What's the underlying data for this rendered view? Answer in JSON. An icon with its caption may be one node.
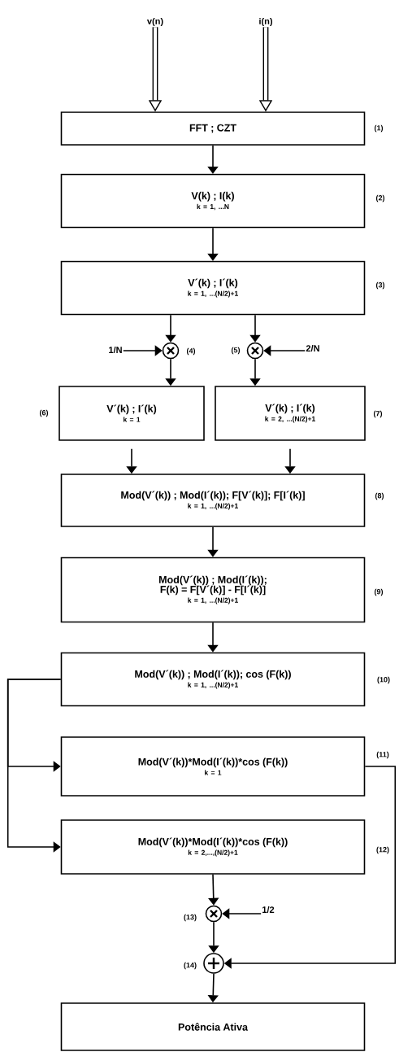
{
  "diagram": {
    "nodes": [
      {
        "text": [
          "v(n)"
        ]
      },
      {
        "text": [
          "i(n)"
        ]
      },
      {
        "text": [
          "FFT ; CZT"
        ],
        "beside": [
          "(1)"
        ]
      },
      {
        "text": [
          "V(k) ; I(k)",
          "k = 1, ...N"
        ],
        "beside": [
          "(2)"
        ]
      },
      {
        "text": [
          "V´(k) ; I´(k)",
          "k = 1, ...(N/2)+1"
        ],
        "beside": [
          "(3)"
        ]
      },
      {
        "text": [
          "1/N"
        ]
      },
      {
        "text": [],
        "shape": "circle",
        "beside": [
          "(4)"
        ]
      },
      {
        "text": [],
        "shape": "circle",
        "beside": [
          "(5)"
        ]
      },
      {
        "text": [
          "2/N"
        ]
      },
      {
        "text": [
          "V´(k) ; I´(k)",
          "k = 1"
        ],
        "beside": [
          "(6)"
        ]
      },
      {
        "text": [
          "V´(k) ; I´(k)",
          "k = 2, ...(N/2)+1"
        ],
        "beside": [
          "(7)"
        ]
      },
      {
        "text": [
          "Mod(V´(k)) ; Mod(I´(k)); F[V´(k)]; F[I´(k)]",
          "k = 1, ...(N/2)+1"
        ],
        "beside": [
          "(8)"
        ]
      },
      {
        "text": [
          "Mod(V´(k)) ; Mod(I´(k)); F(k) = F[V´(k)] - F[I´(k)]",
          "k = 1, ...(N/2)+1"
        ],
        "beside": [
          "(9)"
        ]
      },
      {
        "text": [
          "Mod(V´(k)) ; Mod(I´(k)); cos (F(k))",
          "k = 1, ...(N/2)+1"
        ],
        "beside": [
          "(10)"
        ]
      },
      {
        "text": [
          "Mod(V´(k))*Mod(I´(k))*cos (F(k))",
          "k = 1"
        ],
        "beside": [
          "(11)"
        ]
      },
      {
        "text": [
          "Mod(V´(k))*Mod(I´(k))*cos (F(k))",
          "k = 2,...,(N/2)+1"
        ],
        "beside": [
          "(12)"
        ]
      },
      {
        "text": [],
        "shape": "circle",
        "beside": [
          "(13)"
        ]
      },
      {
        "text": [
          "1/2"
        ]
      },
      {
        "text": [],
        "shape": "circle",
        "beside": [
          "(14)"
        ]
      },
      {
        "text": [
          "Potência Ativa"
        ]
      }
    ],
    "edges": [
      {
        "from": 0,
        "to": 2,
        "arrow": "to",
        "style": "thick"
      },
      {
        "from": 1,
        "to": 2,
        "arrow": "to",
        "style": "thick"
      },
      {
        "from": 2,
        "to": 3,
        "arrow": "to"
      },
      {
        "from": 3,
        "to": 4,
        "arrow": "to"
      },
      {
        "from": 4,
        "to": 6,
        "arrow": "to"
      },
      {
        "from": 5,
        "to": 6,
        "arrow": "to"
      },
      {
        "from": 6,
        "to": 9,
        "arrow": "to"
      },
      {
        "from": 4,
        "to": 7,
        "arrow": "to"
      },
      {
        "from": 8,
        "to": 7,
        "arrow": "to"
      },
      {
        "from": 7,
        "to": 10,
        "arrow": "to"
      },
      {
        "from": 9,
        "to": 11,
        "arrow": "to"
      },
      {
        "from": 10,
        "to": 11,
        "arrow": "to"
      },
      {
        "from": 11,
        "to": 12,
        "arrow": "to"
      },
      {
        "from": 12,
        "to": 13,
        "arrow": "to"
      },
      {
        "from": 13,
        "to": 14,
        "arrow": "to"
      },
      {
        "from": 13,
        "to": 15,
        "arrow": "to"
      },
      {
        "from": 15,
        "to": 16,
        "arrow": "to"
      },
      {
        "from": 17,
        "to": 16,
        "arrow": "to"
      },
      {
        "from": 16,
        "to": 18,
        "arrow": "to"
      },
      {
        "from": 14,
        "to": 18,
        "arrow": "to"
      },
      {
        "from": 18,
        "to": 19,
        "arrow": "to"
      }
    ]
  }
}
